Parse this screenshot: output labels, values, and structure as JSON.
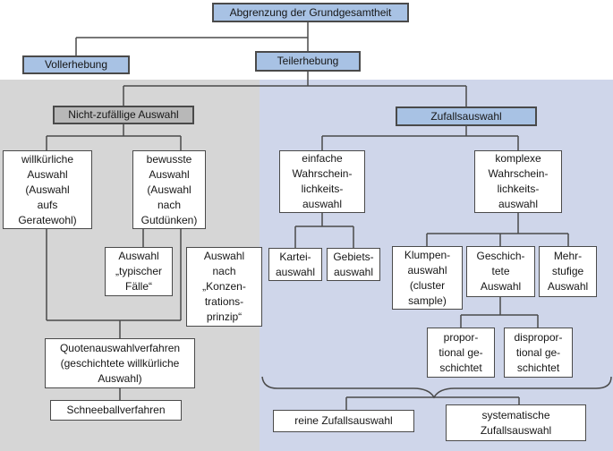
{
  "colors": {
    "blueFill": "#a8c2e4",
    "grayFill": "#b8b8b8",
    "panelGray": "#d6d6d6",
    "panelBlue": "#cfd6ea",
    "line": "#4a4a4a",
    "text": "#161616"
  },
  "nodes": {
    "abgrenzung": {
      "label": "Abgrenzung der Grundgesamtheit"
    },
    "vollerhebung": {
      "label": "Vollerhebung"
    },
    "teilerhebung": {
      "label": "Teilerhebung"
    },
    "nichtzufaellige": {
      "label": "Nicht-zufällige Auswahl"
    },
    "zufallsauswahl": {
      "label": "Zufallsauswahl"
    },
    "willkuerliche": {
      "label": "willkürliche\nAuswahl\n(Auswahl\naufs\nGeratewohl)"
    },
    "bewusste": {
      "label": "bewusste\nAuswahl\n(Auswahl\nnach\nGutdünken)"
    },
    "typischer": {
      "label": "Auswahl\n„typischer\nFälle“"
    },
    "konzentration": {
      "label": "Auswahl\nnach\n„Konzen-\ntrations-\nprinzip“"
    },
    "quoten": {
      "label": "Quotenauswahlverfahren\n(geschichtete willkürliche\nAuswahl)"
    },
    "schneeball": {
      "label": "Schneeballverfahren"
    },
    "einfache": {
      "label": "einfache\nWahrschein-\nlichkeits-\nauswahl"
    },
    "komplexe": {
      "label": "komplexe\nWahrschein-\nlichkeits-\nauswahl"
    },
    "kartei": {
      "label": "Kartei-\nauswahl"
    },
    "gebiets": {
      "label": "Gebiets-\nauswahl"
    },
    "klumpen": {
      "label": "Klumpen-\nauswahl\n(cluster\nsample)"
    },
    "geschichtete": {
      "label": "Geschich-\ntete\nAuswahl"
    },
    "mehrstufige": {
      "label": "Mehr-\nstufige\nAuswahl"
    },
    "proportional": {
      "label": "propor-\ntional ge-\nschichtet"
    },
    "disproportional": {
      "label": "dispropor-\ntional ge-\nschichtet"
    },
    "reine": {
      "label": "reine Zufallsauswahl"
    },
    "systematische": {
      "label": "systematische\nZufallsauswahl"
    }
  }
}
